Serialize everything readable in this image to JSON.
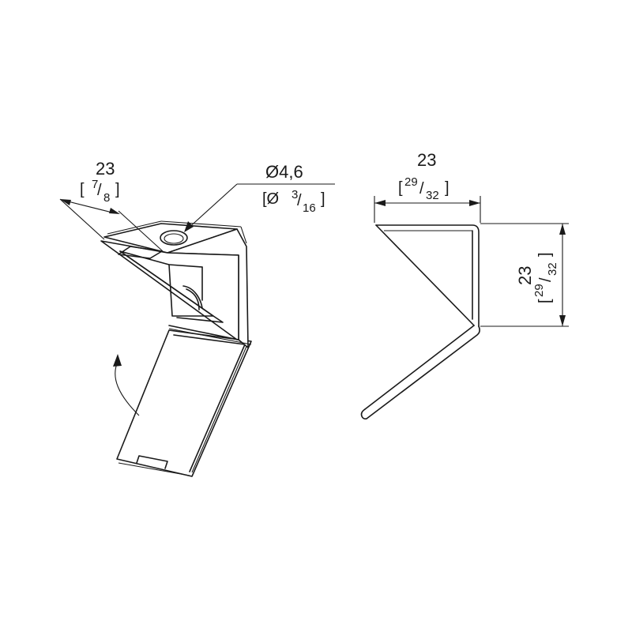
{
  "left_view": {
    "width_dim": {
      "value": "23",
      "bracket_open": "[",
      "num": "7",
      "slash": "/",
      "den": "8",
      "bracket_close": "]"
    },
    "hole_dim": {
      "value": "Ø4,6",
      "bracket_open": "[Ø",
      "num": "3",
      "slash": "/",
      "den": "16",
      "bracket_close": "]"
    }
  },
  "right_view": {
    "width_dim": {
      "value": "23",
      "bracket_open": "[",
      "num": "29",
      "slash": "/",
      "den": "32",
      "bracket_close": "]"
    },
    "height_dim": {
      "value": "23",
      "bracket_open": "[",
      "num": "29",
      "slash": "/",
      "den": "32",
      "bracket_close": "]"
    }
  },
  "colors": {
    "line": "#1a1a1a",
    "background": "#ffffff"
  }
}
